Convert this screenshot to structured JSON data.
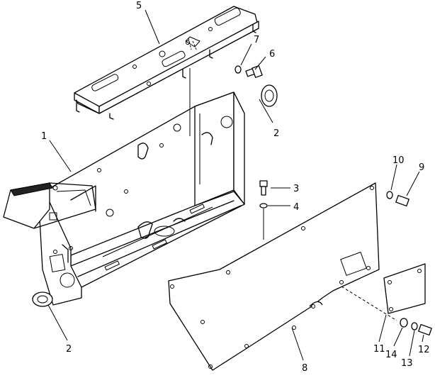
{
  "callouts": [
    {
      "key": "c1",
      "label": "1"
    },
    {
      "key": "c2a",
      "label": "2"
    },
    {
      "key": "c2b",
      "label": "2"
    },
    {
      "key": "c3",
      "label": "3"
    },
    {
      "key": "c4",
      "label": "4"
    },
    {
      "key": "c5",
      "label": "5"
    },
    {
      "key": "c6",
      "label": "6"
    },
    {
      "key": "c7",
      "label": "7"
    },
    {
      "key": "c8",
      "label": "8"
    },
    {
      "key": "c9",
      "label": "9"
    },
    {
      "key": "c10",
      "label": "10"
    },
    {
      "key": "c11",
      "label": "11"
    },
    {
      "key": "c12",
      "label": "12"
    },
    {
      "key": "c13",
      "label": "13"
    },
    {
      "key": "c14",
      "label": "14"
    }
  ]
}
